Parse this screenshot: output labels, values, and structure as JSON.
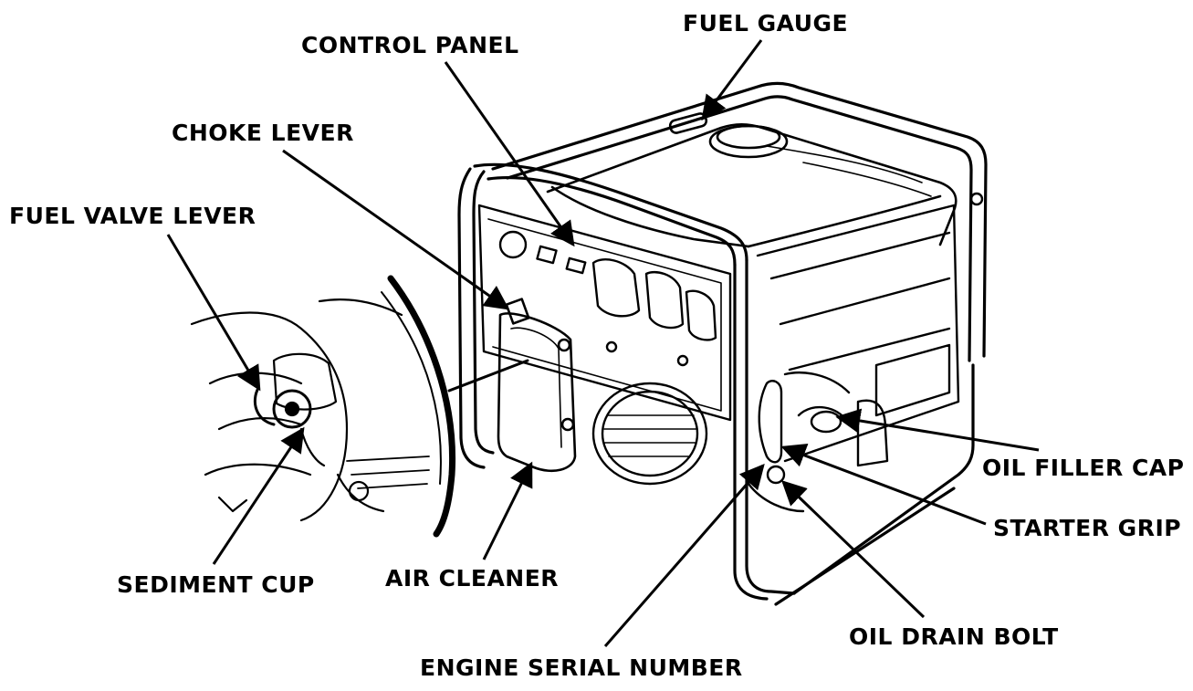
{
  "diagram": {
    "labels": {
      "fuel_gauge": "FUEL GAUGE",
      "control_panel": "CONTROL PANEL",
      "choke_lever": "CHOKE LEVER",
      "fuel_valve_lever": "FUEL VALVE LEVER",
      "sediment_cup": "SEDIMENT CUP",
      "air_cleaner": "AIR CLEANER",
      "engine_serial_number": "ENGINE SERIAL NUMBER",
      "oil_drain_bolt": "OIL DRAIN BOLT",
      "starter_grip": "STARTER GRIP",
      "oil_filler_cap": "OIL FILLER CAP"
    },
    "colors": {
      "line": "#000000",
      "background": "#ffffff"
    }
  }
}
